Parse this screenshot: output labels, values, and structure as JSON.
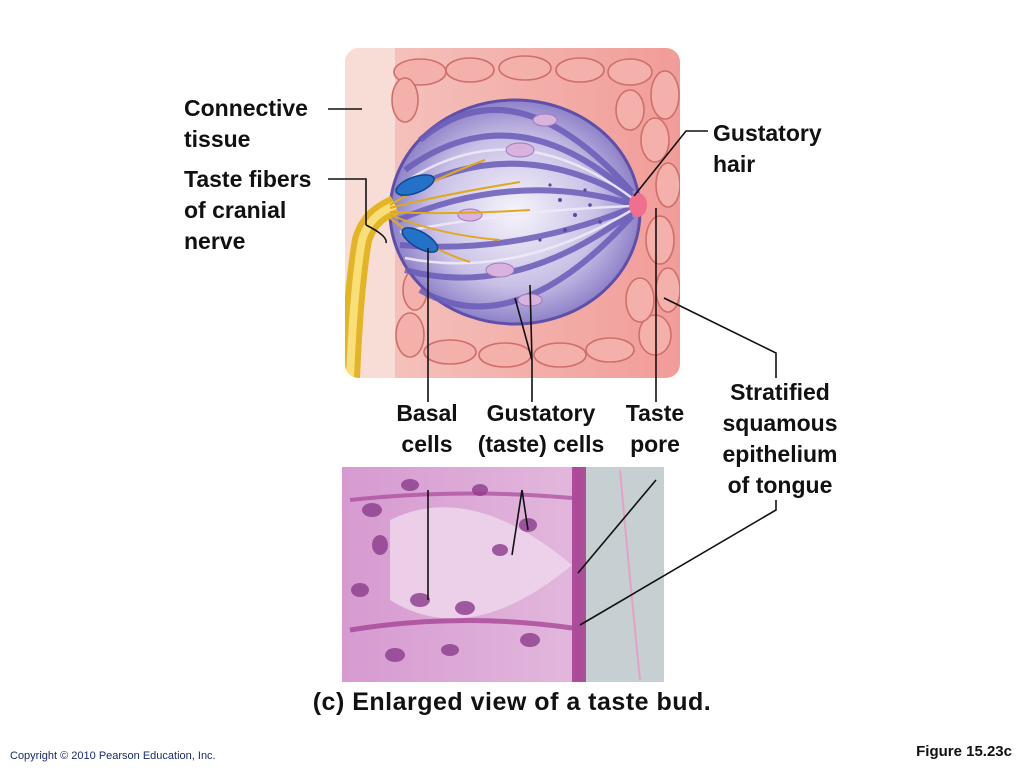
{
  "labels": {
    "connective_tissue": [
      "Connective",
      "tissue"
    ],
    "taste_fibers": [
      "Taste fibers",
      "of cranial",
      "nerve"
    ],
    "gustatory_hair": [
      "Gustatory",
      "hair"
    ],
    "stratified_epithelium": [
      "Stratified",
      "squamous",
      "epithelium",
      "of tongue"
    ],
    "basal_cells": [
      "Basal",
      "cells"
    ],
    "gustatory_cells": [
      "Gustatory",
      "(taste) cells"
    ],
    "taste_pore": [
      "Taste",
      "pore"
    ]
  },
  "caption": "(c) Enlarged view of a taste bud.",
  "copyright": "Copyright © 2010 Pearson Education, Inc.",
  "figure_number": "Figure 15.23c",
  "colors": {
    "epithelium": "#f2a8a4",
    "cell_outline": "#c85c5c",
    "taste_bud_purple": "#7a6ec2",
    "taste_bud_light": "#e8e4f4",
    "nerve_yellow": "#f2c936",
    "basal_blue": "#1e6fc8",
    "micrograph_pink": "#c988c2",
    "micrograph_bg": "#c6cfd1"
  }
}
